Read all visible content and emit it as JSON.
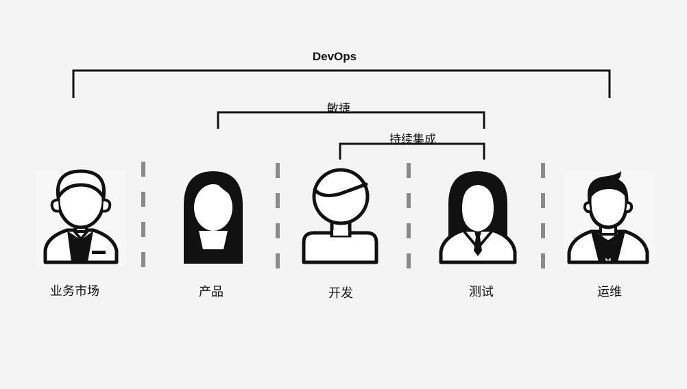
{
  "brackets": {
    "devops": "DevOps",
    "agile": "敏捷",
    "ci": "持续集成"
  },
  "roles": [
    {
      "label": "业务市场",
      "icon": "businessman-icon"
    },
    {
      "label": "产品",
      "icon": "woman-icon"
    },
    {
      "label": "开发",
      "icon": "developer-icon"
    },
    {
      "label": "测试",
      "icon": "businesswoman-icon"
    },
    {
      "label": "运维",
      "icon": "operator-man-icon"
    }
  ],
  "colors": {
    "background": "#f4f4f4",
    "line": "#111111",
    "divider": "#8a8a8a"
  }
}
